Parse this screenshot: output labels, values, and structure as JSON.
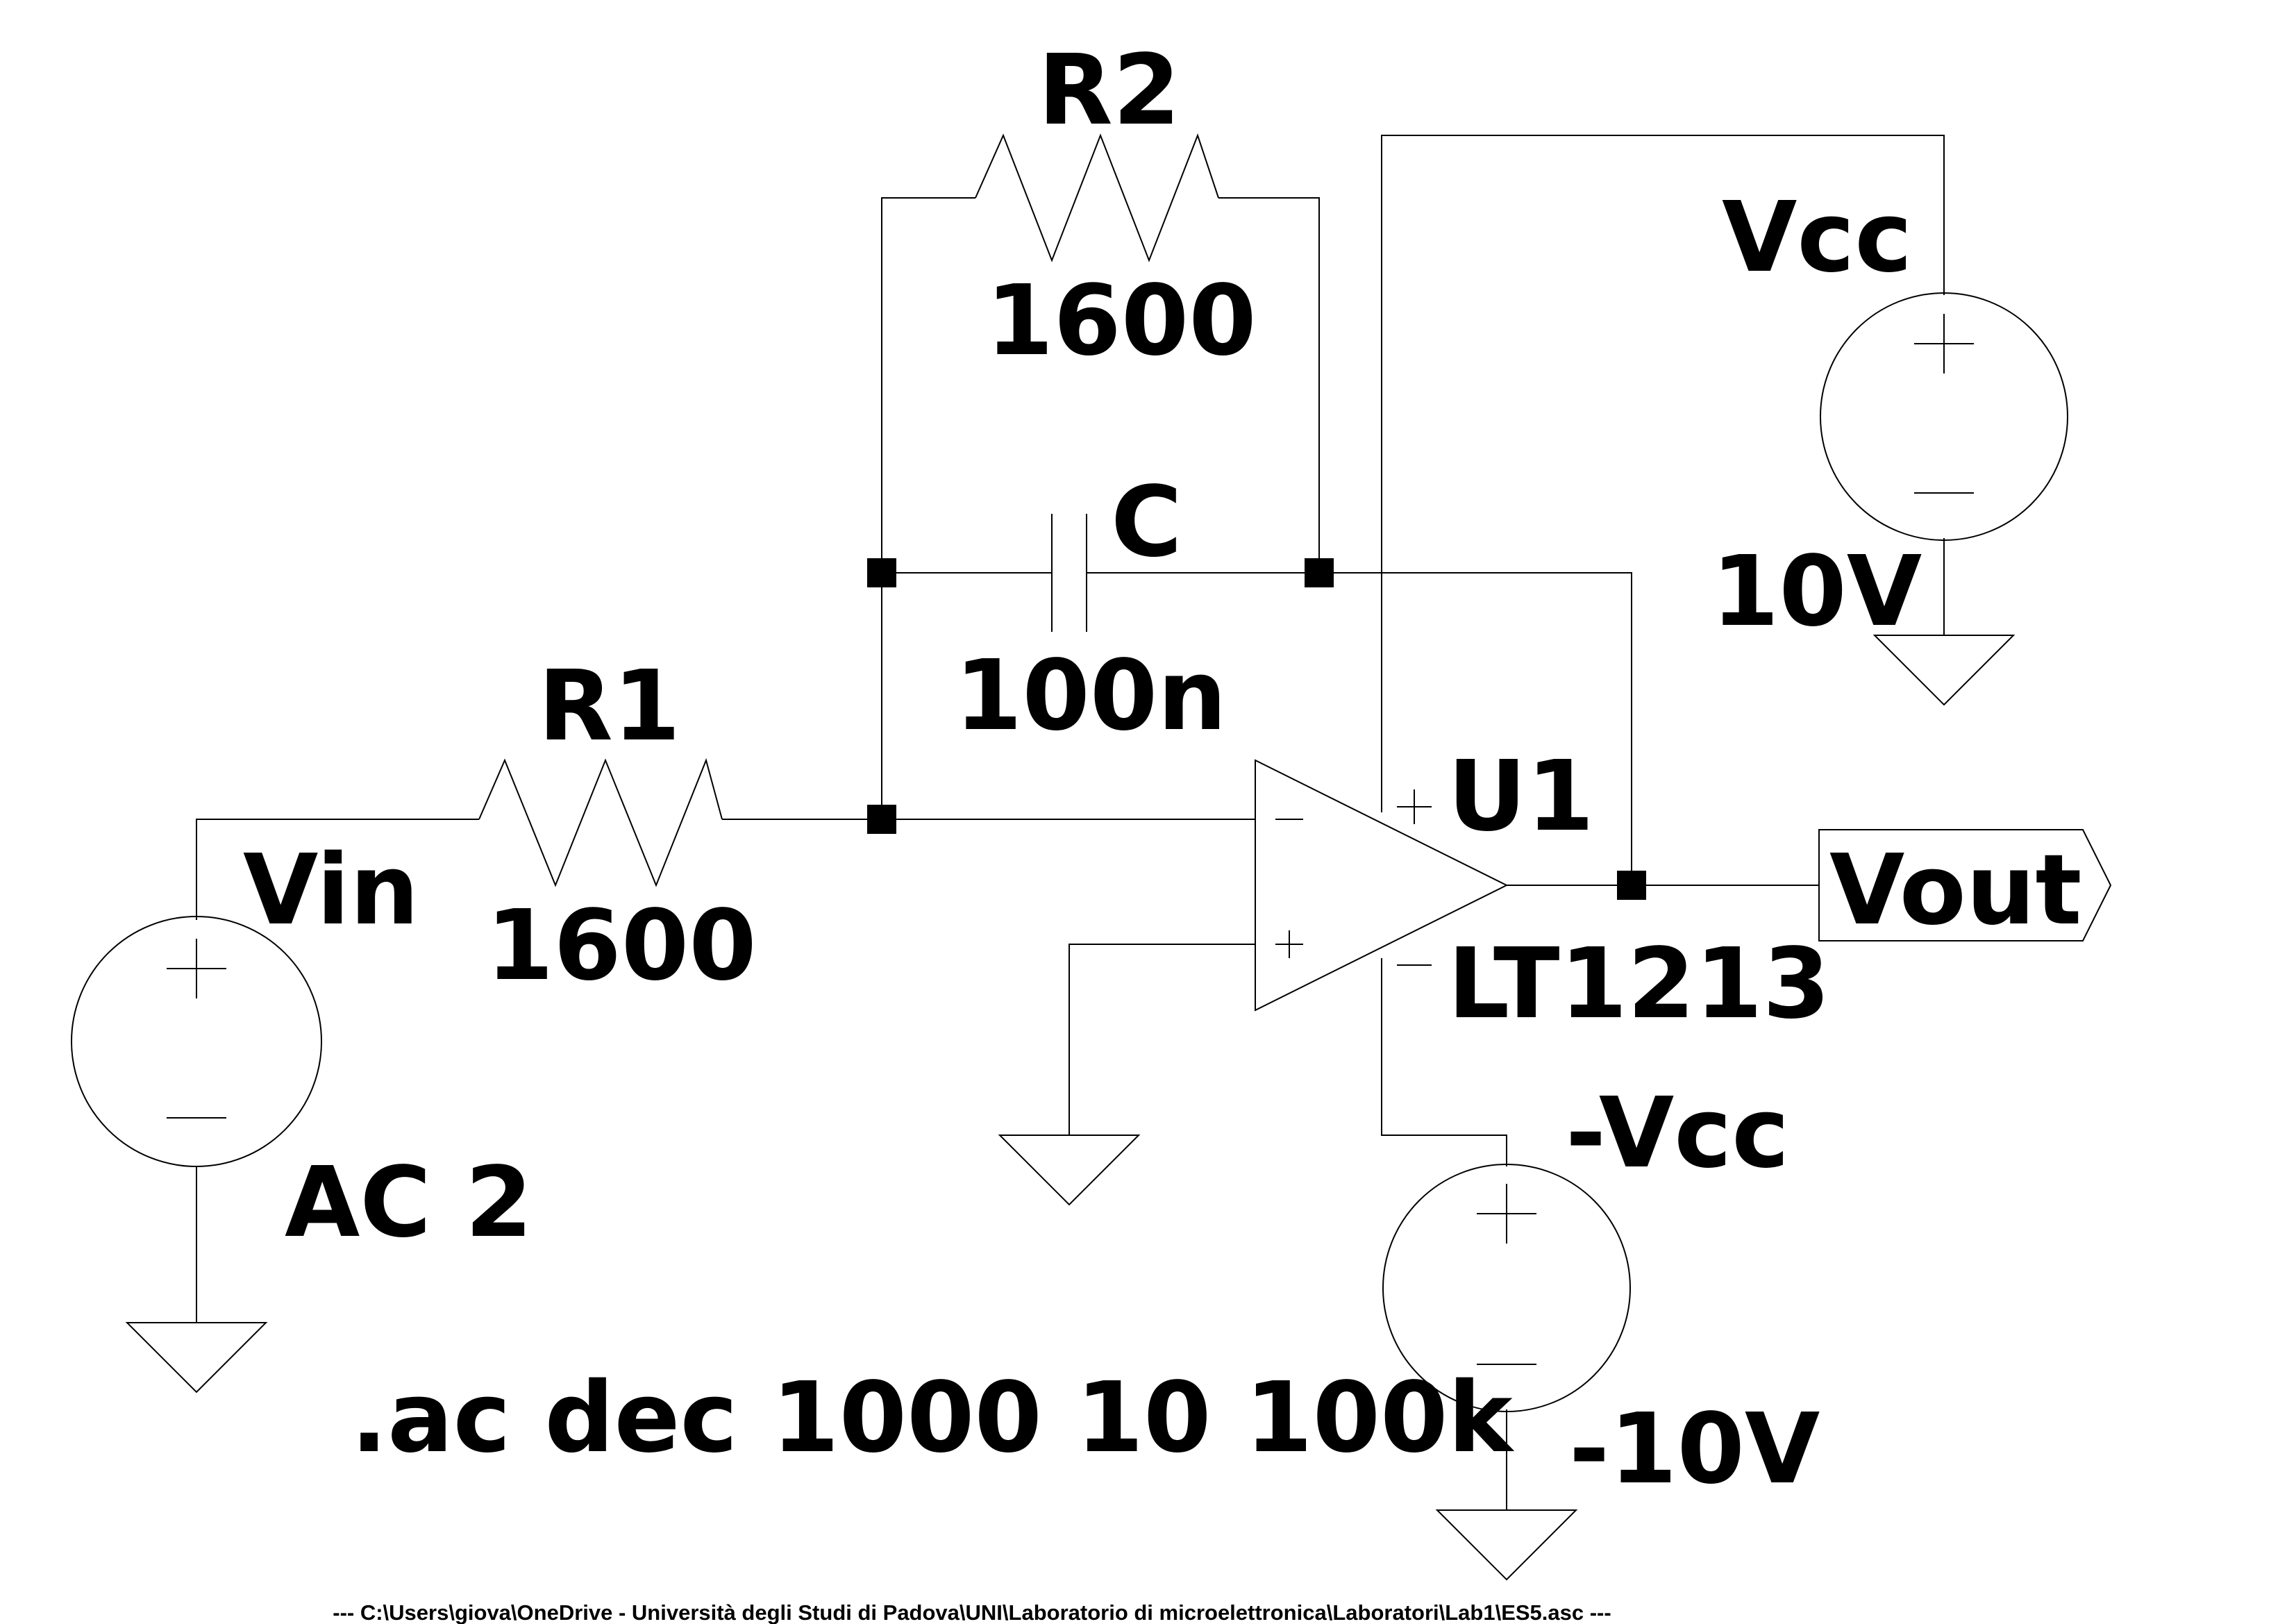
{
  "components": {
    "r1": {
      "name": "R1",
      "value": "1600"
    },
    "r2": {
      "name": "R2",
      "value": "1600"
    },
    "c": {
      "name": "C",
      "value": "100n"
    },
    "u1": {
      "name": "U1",
      "value": "LT1213"
    },
    "vin": {
      "name": "Vin",
      "value": "AC 2"
    },
    "vcc": {
      "name": "Vcc",
      "value": "10V"
    },
    "nvcc": {
      "name": "-Vcc",
      "value": "-10V"
    }
  },
  "net_labels": {
    "vout": "Vout"
  },
  "directive": ".ac dec 1000 10 100k",
  "footer": "---  C:\\Users\\giova\\OneDrive - Università degli Studi di Padova\\UNI\\Laboratorio di microelettronica\\Laboratori\\Lab1\\ES5.asc  ---",
  "colors": {
    "line": "#000000",
    "background": "#ffffff"
  }
}
